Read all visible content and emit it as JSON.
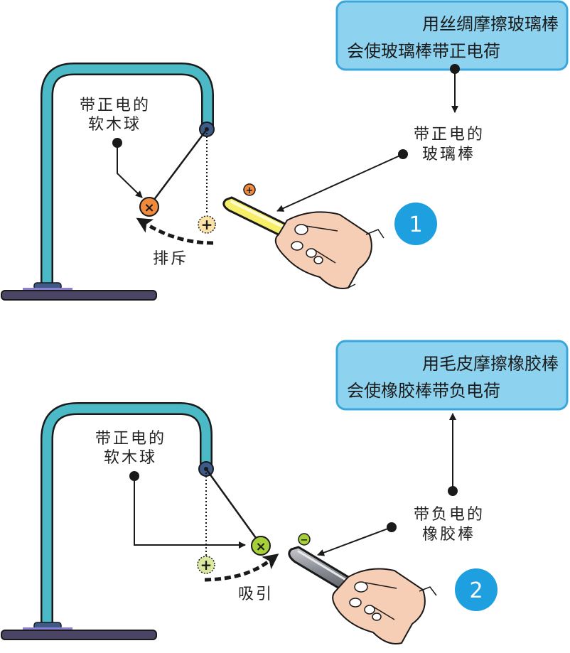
{
  "panels": [
    {
      "number": "1",
      "info_box": {
        "line1": "用丝绸摩擦玻璃棒",
        "line2": "会使玻璃棒带正电荷"
      },
      "ball_label": {
        "line1": "带正电的",
        "line2": "软木球"
      },
      "rod_label": {
        "line1": "带正电的",
        "line2": "玻璃棒"
      },
      "motion_label": "排斥",
      "ball_symbol": "×",
      "ghost_symbol": "+",
      "rod_charge_symbol": "+",
      "colors": {
        "ball": "#f08a3c",
        "ghost": "#fbe3a8",
        "rod": "#f7ee6a",
        "rod_charge": "#f08a3c"
      }
    },
    {
      "number": "2",
      "info_box": {
        "line1": "用毛皮摩擦橡胶棒",
        "line2": "会使橡胶棒带负电荷"
      },
      "ball_label": {
        "line1": "带正电的",
        "line2": "软木球"
      },
      "rod_label": {
        "line1": "带负电的",
        "line2": "橡胶棒"
      },
      "motion_label": "吸引",
      "ball_symbol": "×",
      "ghost_symbol": "+",
      "rod_charge_symbol": "−",
      "colors": {
        "ball": "#a6cf3a",
        "ghost": "#dbe9a0",
        "rod": "#8c8f96",
        "rod_charge": "#a6cf3a"
      }
    }
  ],
  "colors": {
    "stand": "#4bbac6",
    "base": "#4a4565",
    "base_pad": "#8a7fd0",
    "pivot": "#3d5a88",
    "info_box_fill": "#8dd3f0",
    "info_box_stroke": "#3aa7dc",
    "badge": "#1ea0e0",
    "skin": "#f6cdb5"
  }
}
